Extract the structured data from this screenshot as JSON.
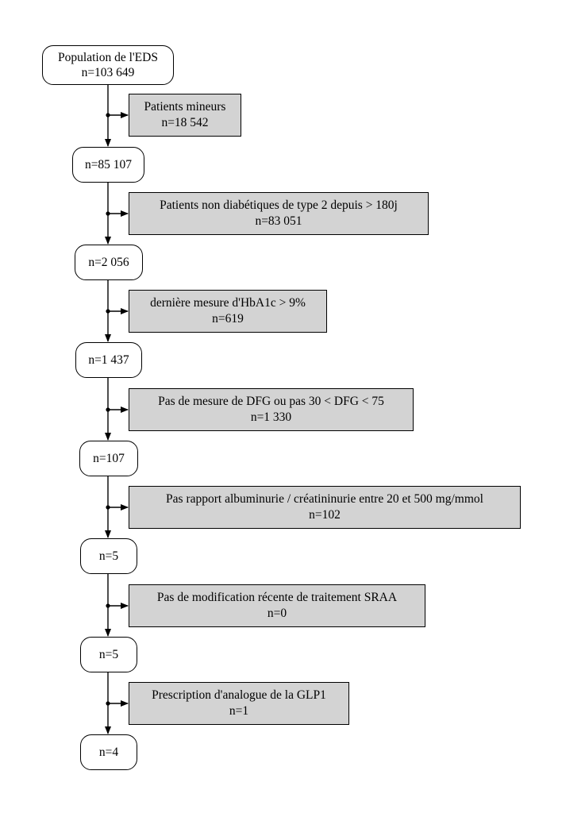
{
  "nodes": [
    {
      "label": "Population de l'EDS",
      "count": "n=103 649"
    },
    {
      "label": "",
      "count": "n=85 107"
    },
    {
      "label": "",
      "count": "n=2 056"
    },
    {
      "label": "",
      "count": "n=1 437"
    },
    {
      "label": "",
      "count": "n=107"
    },
    {
      "label": "",
      "count": "n=5"
    },
    {
      "label": "",
      "count": "n=5"
    },
    {
      "label": "",
      "count": "n=4"
    }
  ],
  "exclusions": [
    {
      "label": "Patients mineurs",
      "count": "n=18 542"
    },
    {
      "label": "Patients non diabétiques de type 2 depuis > 180j",
      "count": "n=83 051"
    },
    {
      "label": "dernière mesure d'HbA1c > 9%",
      "count": "n=619"
    },
    {
      "label": "Pas de mesure de DFG ou pas 30 < DFG < 75",
      "count": "n=1 330"
    },
    {
      "label": "Pas rapport albuminurie / créatininurie entre 20 et 500 mg/mmol",
      "count": "n=102"
    },
    {
      "label": "Pas de modification récente de traitement SRAA",
      "count": "n=0"
    },
    {
      "label": "Prescription d'analogue de la GLP1",
      "count": "n=1"
    }
  ]
}
